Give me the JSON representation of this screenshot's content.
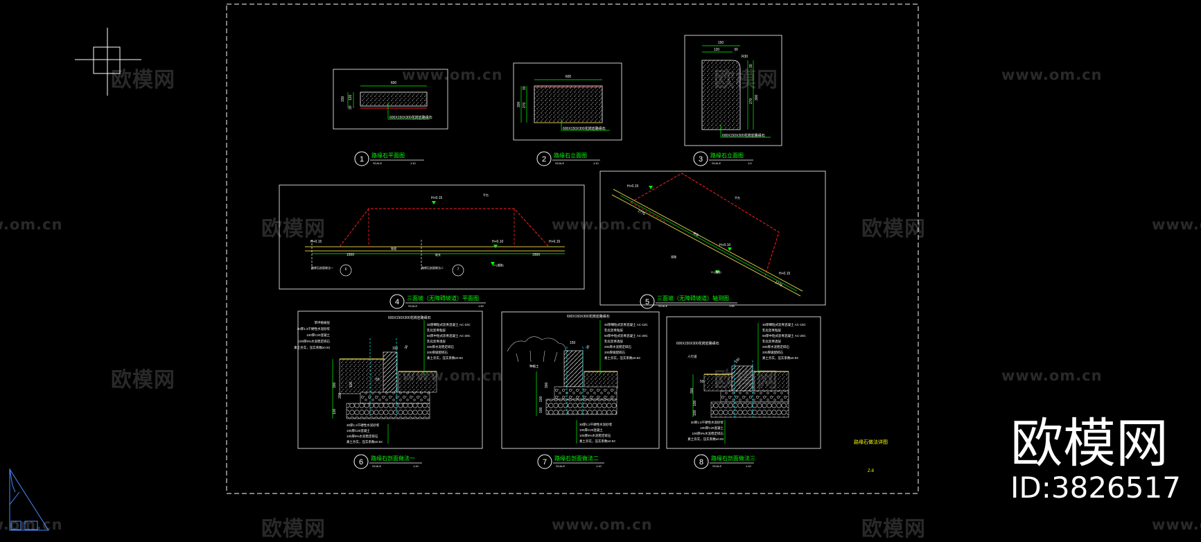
{
  "details": [
    {
      "num": "1",
      "title": "路缘石平面图",
      "scale_label": "SCALE",
      "scale_value": "1:10"
    },
    {
      "num": "2",
      "title": "路缘石立面图",
      "scale_label": "SCALE",
      "scale_value": "1:10"
    },
    {
      "num": "3",
      "title": "路缘石立面图",
      "scale_label": "SCALE",
      "scale_value": "1:5"
    },
    {
      "num": "4",
      "title": "三面坡（无障碍坡道）平面图",
      "scale_label": "SCALE",
      "scale_value": "1:50"
    },
    {
      "num": "5",
      "title": "三面坡（无障碍坡道）轴测图",
      "scale_label": "SCALE",
      "scale_value": "1:50"
    },
    {
      "num": "6",
      "title": "路缘石剖面做法一",
      "scale_label": "SCALE",
      "scale_value": "1:10"
    },
    {
      "num": "7",
      "title": "路缘石剖面做法二",
      "scale_label": "SCALE",
      "scale_value": "1:10"
    },
    {
      "num": "8",
      "title": "路缘石剖面做法三",
      "scale_label": "SCALE",
      "scale_value": "1:10"
    }
  ],
  "drawing1": {
    "dim_top": "600",
    "dim_left_a": "150",
    "dim_left_b": "120",
    "dim_left_c": "30",
    "callout": "600X150X300花岗岩路缘石"
  },
  "drawing2": {
    "dim_top": "600",
    "dim_left_a": "300",
    "dim_left_b": "270",
    "dim_left_c": "30",
    "callout": "600X150X300花岗岩路缘石"
  },
  "drawing3": {
    "dim_top": "150",
    "dim_sub_a": "120",
    "dim_sub_b": "30",
    "dim_r": "R30",
    "dim_right": "300",
    "dim_right_b": "270",
    "dim_right_c": "30",
    "callout": "600X150X300花岗岩路缘石"
  },
  "drawing4": {
    "label_h15_left": "H+0.15",
    "label_h15_right": "H+0.15",
    "label_h15_top": "H+0.15",
    "label_h10": "H+0.10",
    "label_h": "H (道路)",
    "dim_left": "1500",
    "dim_right": "1500",
    "dim_mid": "坡长",
    "slope": "坡道",
    "note_left": "路缘石剖面做法一",
    "note_mid": "路缘石剖面做法二",
    "ref_left": "6",
    "ref_mid": "7",
    "top_label": "平台"
  },
  "drawing5": {
    "label_h15_top": "H+0.15",
    "label_h15_bottom": "H+0.15",
    "label_h10": "H+0.10",
    "label_h": "H (道路)",
    "dim_a": "1775",
    "dim_b": "1775",
    "slope_top": "平台",
    "slope_label": "坡道",
    "road": "道路"
  },
  "drawing6": {
    "top_callout": "600X150X300花岗岩路缘石",
    "left_layers": [
      "草坪植被层",
      "30厚1:3干硬性水泥砂浆",
      "100厚C20混凝土",
      "100厚5%水泥稳定碎石",
      "素土夯实，压实系数≥0.93"
    ],
    "right_layers": [
      "30厚细粒式沥青混凝土 AC-10C",
      "乳化沥青粘层",
      "50厚中粒式沥青混凝土 AC-20C",
      "乳化沥青透层",
      "200厚水泥稳定碎石",
      "200厚级配碎石",
      "素土夯实，压实系数≥0.93"
    ],
    "bottom_layers": [
      "30厚1:3干硬性水泥砂浆",
      "100厚C20混凝土",
      "100厚5%水泥稳定碎石",
      "素土夯实，压实系数≥0.93"
    ],
    "dims": [
      "150",
      "30",
      "50",
      "100",
      "300",
      "100",
      "200"
    ]
  },
  "drawing7": {
    "top_callout": "600X150X300花岗岩路缘石",
    "right_layers": [
      "30厚细粒式沥青混凝土 AC-10C",
      "乳化沥青粘层",
      "50厚中粒式沥青混凝土 AC-20C",
      "乳化沥青透层",
      "200厚水泥稳定碎石",
      "200厚级配碎石",
      "素土夯实，压实系数≥0.93"
    ],
    "bottom_layers": [
      "30厚1:3干硬性水泥砂浆",
      "100厚C20混凝土",
      "100厚5%水泥稳定碎石",
      "素土夯实，压实系数≥0.93"
    ],
    "left_label": "种植土",
    "dims": [
      "150",
      "30",
      "300",
      "100",
      "100"
    ]
  },
  "drawing8": {
    "top_callout": "600X150X300花岗岩路缘石",
    "left_label": "人行道",
    "right_layers": [
      "30厚细粒式沥青混凝土 AC-10C",
      "乳化沥青粘层",
      "50厚中粒式沥青混凝土 AC-20C",
      "乳化沥青透层",
      "200厚水泥稳定碎石",
      "200厚级配碎石",
      "素土夯实，压实系数≥0.93"
    ],
    "bottom_layers": [
      "30厚1:3干硬性水泥砂浆",
      "100厚C20混凝土",
      "100厚5%水泥稳定碎石",
      "素土夯实，压实系数≥0.93"
    ],
    "dims": [
      "150",
      "300",
      "50",
      "100",
      "100"
    ]
  },
  "sheet": {
    "title": "路缘石做法详图",
    "number": "Z-8"
  },
  "watermarks": {
    "cn": "欧模网",
    "url": "www.om.cn"
  },
  "brand": {
    "name": "欧模网",
    "id": "ID:3826517"
  },
  "colors": {
    "background": "#000000",
    "frame": "#ffffff",
    "title_green": "#00ff00",
    "title_yellow": "#ffff00",
    "leader_green": "#00ff00",
    "accent_red": "#ff2020",
    "cyan": "#00ffff",
    "yellow_line": "#d6c34a"
  }
}
